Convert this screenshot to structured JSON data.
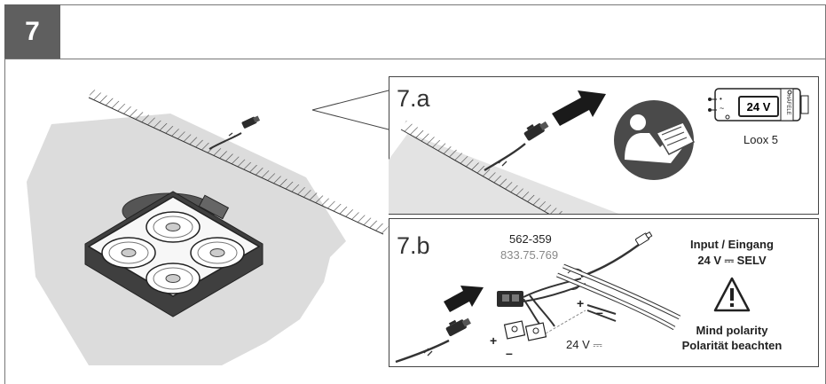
{
  "step": {
    "number": "7"
  },
  "panel_a": {
    "label": "7.a",
    "driver_name": "Loox 5",
    "driver_voltage": "24 V"
  },
  "panel_b": {
    "label": "7.b",
    "part_number": "562-359",
    "part_number_alt": "833.75.769",
    "input_label": "Input / Eingang",
    "input_spec": "24 V ⎓ SELV",
    "warning_en": "Mind polarity",
    "warning_de": "Polarität beachten",
    "voltage_label": "24 V ⎓",
    "plus": "+",
    "minus": "–"
  }
}
